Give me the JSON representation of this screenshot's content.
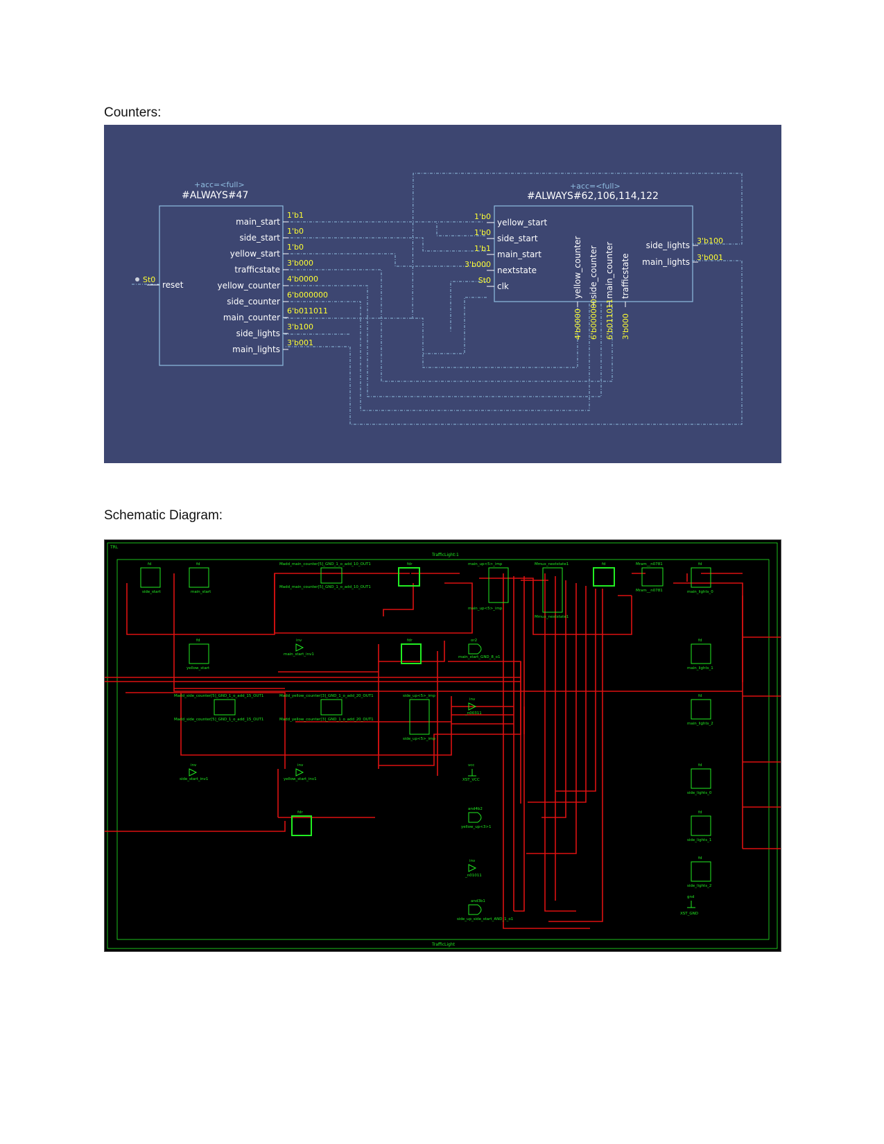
{
  "headings": {
    "counters": "Counters:",
    "schematic": "Schematic Diagram:"
  },
  "counters_figure": {
    "background": "#3d4671",
    "block_color": "#8fbde0",
    "value_color": "#ffff33",
    "block1": {
      "tag": "+acc=<full>",
      "title": "#ALWAYS#47",
      "input": "reset",
      "input_value": "St0",
      "ports": [
        "main_start",
        "side_start",
        "yellow_start",
        "trafficstate",
        "yellow_counter",
        "side_counter",
        "main_counter",
        "side_lights",
        "main_lights"
      ],
      "values": [
        "1'b1",
        "1'b0",
        "1'b0",
        "3'b000",
        "4'b0000",
        "6'b000000",
        "6'b011011",
        "3'b100",
        "3'b001"
      ]
    },
    "block2": {
      "tag": "+acc=<full>",
      "title": "#ALWAYS#62,106,114,122",
      "inputs": [
        "yellow_start",
        "side_start",
        "main_start",
        "nextstate",
        "clk"
      ],
      "input_values": [
        "1'b0",
        "1'b0",
        "1'b1",
        "3'b000",
        "St0"
      ],
      "outputs": [
        "side_lights",
        "main_lights"
      ],
      "output_values": [
        "3'b100",
        "3'b001"
      ],
      "bottom_ports": [
        "yellow_counter",
        "side_counter",
        "main_counter",
        "trafficstate"
      ],
      "bottom_values": [
        "4'b0000",
        "6'b000000",
        "6'b011011",
        "3'b000"
      ]
    }
  },
  "schematic_figure": {
    "background": "#000000",
    "wire_color": "#dd1111",
    "component_color": "#22ee22",
    "frame_title_top": "TrafficLight:1",
    "frame_title_bottom": "TrafficLight",
    "corner_label": "TRL",
    "labels": {
      "fd_side": "fd",
      "side_start": "side_start",
      "fd_main": "fd",
      "main_start": "main_start",
      "madd_main_top": "Madd_main_counter[5]_GND_1_o_add_10_OUT1",
      "madd_main_bottom": "Madd_main_counter[5]_GND_1_o_add_10_OUT1",
      "fdr_1": "fdr",
      "main_up_top": "main_up<5>_imp",
      "main_up_bottom": "main_up<5>_imp",
      "mmux_top": "Mmux_nextstate1",
      "mmux_bottom": "Mmux_nextstate1",
      "fd_mid": "fd",
      "mram_top": "Mram__n0781",
      "mram_bottom": "Mram__n0781",
      "fd_right1": "fd",
      "main_lights_0": "main_lights_0",
      "fd_yellow": "fd",
      "yellow_start": "yellow_start",
      "inv_1": "inv",
      "main_start_inv1": "main_start_inv1",
      "fdr_2": "fdr",
      "or2": "or2",
      "or2_out": "main_start_GND_8_o1",
      "fd_right2": "fd",
      "main_lights_1": "main_lights_1",
      "madd_side_top": "Madd_side_counter[5]_GND_1_o_add_15_OUT1",
      "madd_side_bottom": "Madd_side_counter[5]_GND_1_o_add_15_OUT1",
      "madd_yellow_top": "Madd_yellow_counter[3]_GND_1_o_add_20_OUT1",
      "madd_yellow_bottom": "Madd_yellow_counter[3]_GND_1_o_add_20_OUT1",
      "side_up_top": "side_up<5>_imp",
      "side_up_bottom": "side_up<5>_imp",
      "inv_2": "inv",
      "n0031": "_n00311",
      "fd_right3": "fd",
      "main_lights_2": "main_lights_2",
      "inv_3": "inv",
      "side_start_inv1": "side_start_inv1",
      "inv_4": "inv",
      "yellow_start_inv1": "yellow_start_inv1",
      "vcc": "vcc",
      "xst_vcc": "XST_VCC",
      "fd_right4": "fd",
      "side_lights_0": "side_lights_0",
      "fdr_3": "fdr",
      "and4b2": "and4b2",
      "yellow_up": "yellow_up<3>1",
      "fd_right5": "fd",
      "side_lights_1": "side_lights_1",
      "inv_5": "inv",
      "n0101": "_n01011",
      "fd_right6": "fd",
      "side_lights_2": "side_lights_2",
      "and3b1": "and3b1",
      "and3b1_out": "side_up_side_start_AND_1_o1",
      "gnd": "gnd",
      "xst_gnd": "XST_GND"
    }
  }
}
